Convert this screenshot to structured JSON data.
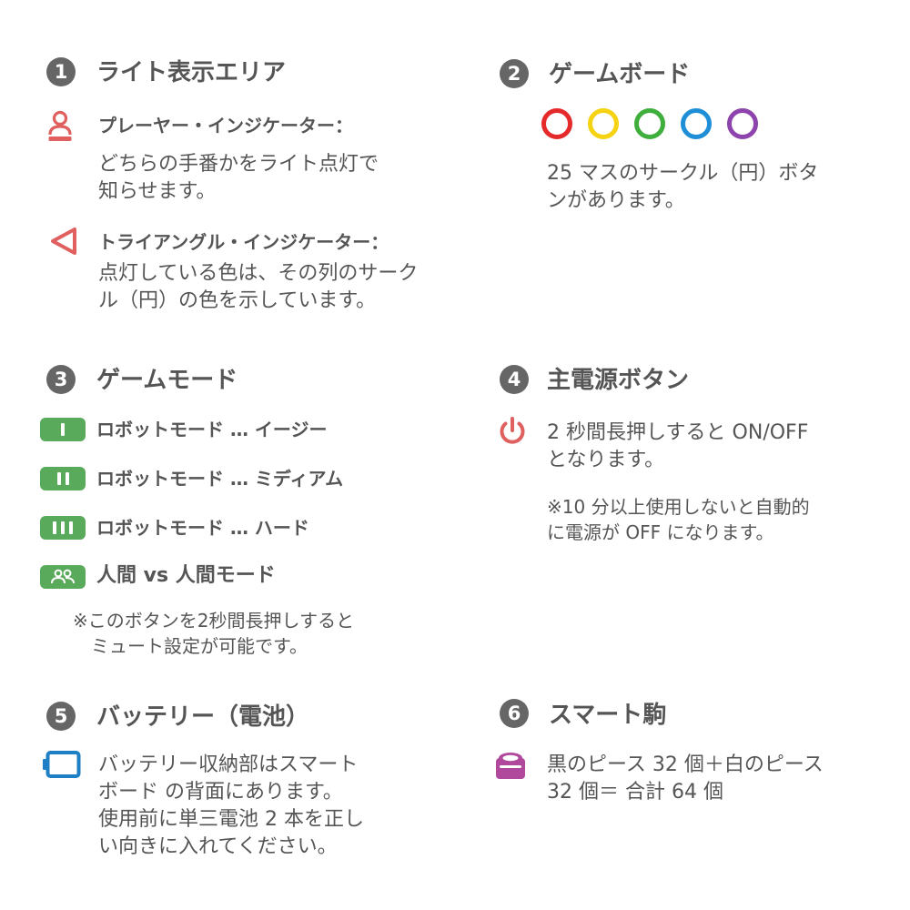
{
  "sections": {
    "s1": {
      "number": "1",
      "title": "ライト表示エリア",
      "player_label": "プレーヤー・インジケーター：",
      "player_desc": "どちらの手番かをライト点灯で\n知らせます。",
      "triangle_label": "トライアングル・インジケーター：",
      "triangle_desc": "点灯している色は、その列のサーク\nル（円）の色を示しています。"
    },
    "s2": {
      "number": "2",
      "title": "ゲームボード",
      "desc": "25 マスのサークル（円）ボタ\nンがあります。",
      "circle_colors": [
        "#e42a2a",
        "#f5d312",
        "#3fae3c",
        "#1e8fd6",
        "#8e44ad"
      ]
    },
    "s3": {
      "number": "3",
      "title": "ゲームモード",
      "modes": [
        {
          "label": "ロボットモード … イージー",
          "bars": 1
        },
        {
          "label": "ロボットモード … ミディアム",
          "bars": 2
        },
        {
          "label": "ロボットモード … ハード",
          "bars": 3
        }
      ],
      "pvp_label": "人間 vs 人間モード",
      "note": "※このボタンを2秒間長押しすると\n　ミュート設定が可能です。"
    },
    "s4": {
      "number": "4",
      "title": "主電源ボタン",
      "desc": "2 秒間長押しすると ON/OFF\nとなります。",
      "note": "※10 分以上使用しないと自動的\nに電源が OFF になります。"
    },
    "s5": {
      "number": "5",
      "title": "バッテリー（電池）",
      "desc": "バッテリー収納部はスマート\nボード の背面にあります。\n使用前に単三電池 2 本を正し\nい向きに入れてください。"
    },
    "s6": {
      "number": "6",
      "title": "スマート駒",
      "desc": "黒のピース 32 個＋白のピース\n32 個＝ 合計 64 個"
    }
  },
  "colors": {
    "number_bg": "#666666",
    "text": "#555555",
    "accent_red": "#e06060",
    "mode_green": "#5aaa5c",
    "battery_blue": "#1e7fc4",
    "piece_purple": "#b0489c"
  },
  "icons": {
    "player": "person-icon",
    "triangle": "triangle-left-icon",
    "power": "power-icon",
    "pvp": "two-people-icon",
    "battery": "battery-icon",
    "piece": "game-piece-icon"
  }
}
